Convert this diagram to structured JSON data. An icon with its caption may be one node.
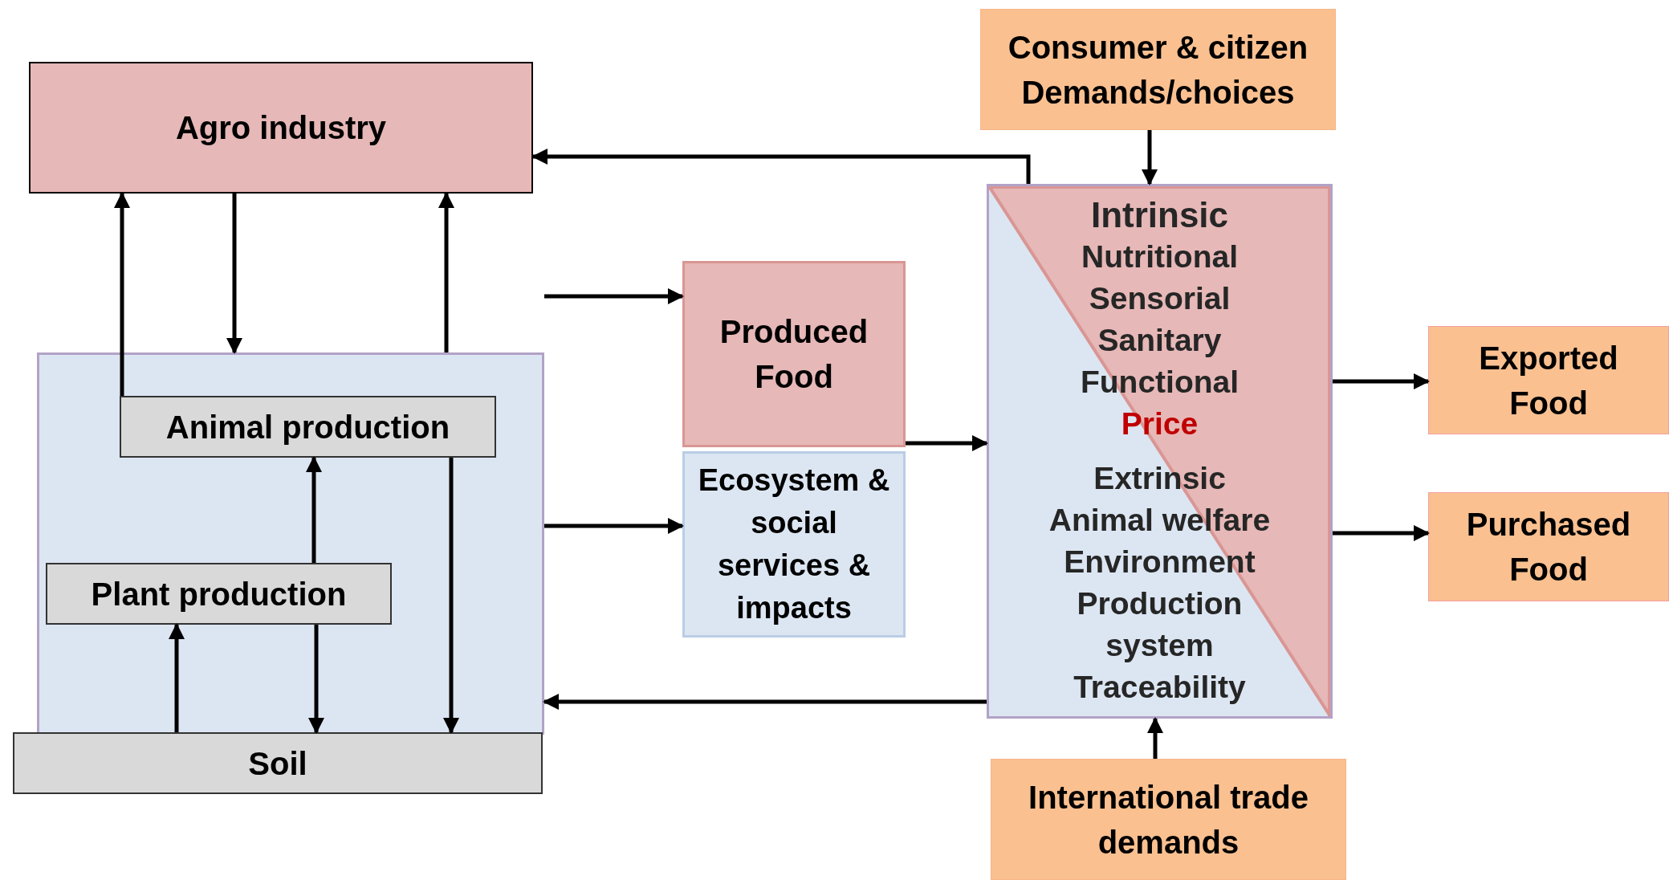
{
  "diagram": {
    "nodes": [
      {
        "text": [
          "Consumer & citizen Demands/choices"
        ]
      },
      {
        "text": [
          "Agro industry"
        ]
      },
      {
        "text": [],
        "shape": "box"
      },
      {
        "text": [
          "Animal production"
        ],
        "in": 2
      },
      {
        "text": [
          "Plant production"
        ],
        "in": 2
      },
      {
        "text": [
          "Soil"
        ]
      },
      {
        "text": [
          "Produced Food"
        ]
      },
      {
        "text": [
          "Ecosystem & social services & impacts"
        ]
      },
      {
        "text": [
          "Intrinsic",
          "Nutritional",
          "Sensorial",
          "Sanitary",
          "Functional",
          "Price",
          "Extrinsic",
          "Animal welfare",
          "Environment",
          "Production system",
          "Traceability"
        ]
      },
      {
        "text": [
          "Exported Food"
        ]
      },
      {
        "text": [
          "Purchased Food"
        ]
      },
      {
        "text": [
          "International trade demands"
        ]
      }
    ],
    "edges": [
      {
        "from": 8,
        "to": 1,
        "arrow": "to"
      },
      {
        "from": 0,
        "to": 8,
        "arrow": "to"
      },
      {
        "from": 1,
        "to": 2,
        "arrow": "to"
      },
      {
        "from": 2,
        "to": 1,
        "arrow": "to"
      },
      {
        "from": 3,
        "to": 1,
        "arrow": "to"
      },
      {
        "from": null,
        "to": 6,
        "arrow": "to"
      },
      {
        "from": 2,
        "to": 7,
        "arrow": "to"
      },
      {
        "from": 6,
        "to": 8,
        "arrow": "to"
      },
      {
        "from": 11,
        "to": 8,
        "arrow": "to"
      },
      {
        "from": 8,
        "to": 9,
        "arrow": "to"
      },
      {
        "from": 8,
        "to": 10,
        "arrow": "to"
      },
      {
        "from": 8,
        "to": 2,
        "arrow": "to"
      },
      {
        "from": 3,
        "to": 5,
        "arrow": "to"
      },
      {
        "from": 4,
        "to": 3,
        "arrow": "to"
      },
      {
        "from": 5,
        "to": 4,
        "arrow": "to"
      },
      {
        "from": 4,
        "to": 5,
        "arrow": "to"
      }
    ]
  }
}
